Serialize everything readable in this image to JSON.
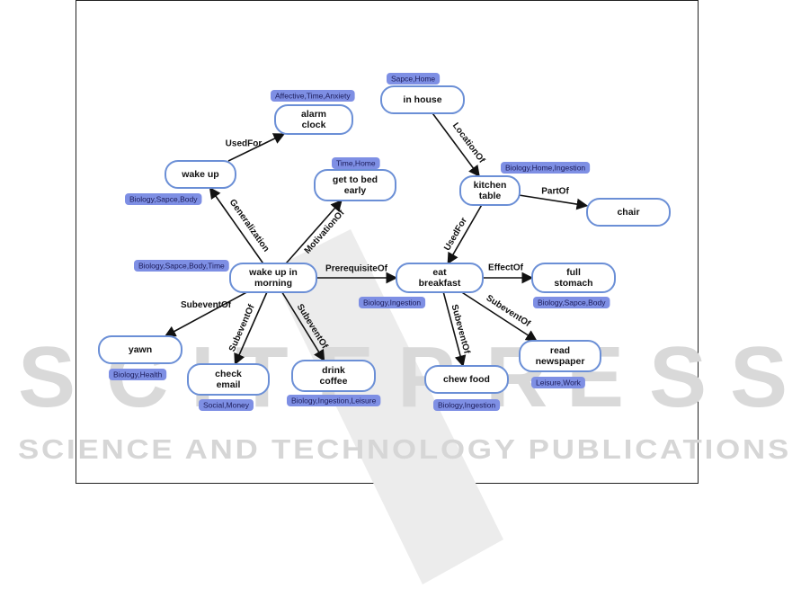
{
  "watermark": {
    "big": [
      "S",
      "C",
      "I",
      "T",
      "E",
      "P",
      "R",
      "E",
      "S",
      "S"
    ],
    "small": "SCIENCE AND TECHNOLOGY PUBLICATIONS"
  },
  "nodes": [
    {
      "id": "alarm",
      "lines": [
        "alarm",
        "clock"
      ]
    },
    {
      "id": "wakeup",
      "lines": [
        "wake up"
      ]
    },
    {
      "id": "bed",
      "lines": [
        "get to bed",
        "early"
      ]
    },
    {
      "id": "house",
      "lines": [
        "in house"
      ]
    },
    {
      "id": "kitchen",
      "lines": [
        "kitchen",
        "table"
      ]
    },
    {
      "id": "chair",
      "lines": [
        "chair"
      ]
    },
    {
      "id": "morning",
      "lines": [
        "wake up in",
        "morning"
      ]
    },
    {
      "id": "breakfast",
      "lines": [
        "eat",
        "breakfast"
      ]
    },
    {
      "id": "stomach",
      "lines": [
        "full",
        "stomach"
      ]
    },
    {
      "id": "yawn",
      "lines": [
        "yawn"
      ]
    },
    {
      "id": "email",
      "lines": [
        "check",
        "email"
      ]
    },
    {
      "id": "coffee",
      "lines": [
        "drink",
        "coffee"
      ]
    },
    {
      "id": "chew",
      "lines": [
        "chew food"
      ]
    },
    {
      "id": "newspaper",
      "lines": [
        "read",
        "newspaper"
      ]
    }
  ],
  "edges": [
    {
      "from": "wakeup",
      "to": "alarm",
      "label": "UsedFor"
    },
    {
      "from": "morning",
      "to": "wakeup",
      "label": "Generalization"
    },
    {
      "from": "morning",
      "to": "bed",
      "label": "MotivationOf"
    },
    {
      "from": "house",
      "to": "kitchen",
      "label": "LocationOf"
    },
    {
      "from": "kitchen",
      "to": "chair",
      "label": "PartOf"
    },
    {
      "from": "kitchen",
      "to": "breakfast",
      "label": "UsedFor"
    },
    {
      "from": "morning",
      "to": "breakfast",
      "label": "PrerequisiteOf"
    },
    {
      "from": "breakfast",
      "to": "stomach",
      "label": "EffectOf"
    },
    {
      "from": "morning",
      "to": "yawn",
      "label": "SubeventOf"
    },
    {
      "from": "morning",
      "to": "email",
      "label": "SubeventOf"
    },
    {
      "from": "morning",
      "to": "coffee",
      "label": "SubeventOf"
    },
    {
      "from": "breakfast",
      "to": "chew",
      "label": "SubeventOf"
    },
    {
      "from": "breakfast",
      "to": "newspaper",
      "label": "SubeventOf"
    }
  ],
  "tags": [
    {
      "id": "tag-alarm",
      "text": "Affective,Time,Anxiety"
    },
    {
      "id": "tag-wakeup",
      "text": "Biology,Sapce,Body"
    },
    {
      "id": "tag-bed",
      "text": "Time,Home"
    },
    {
      "id": "tag-house",
      "text": "Sapce,Home"
    },
    {
      "id": "tag-kitchen",
      "text": "Biology,Home,Ingestion"
    },
    {
      "id": "tag-morning",
      "text": "Biology,Sapce,Body,Time"
    },
    {
      "id": "tag-breakfast",
      "text": "Biology,Ingestion"
    },
    {
      "id": "tag-stomach",
      "text": "Biology,Sapce,Body"
    },
    {
      "id": "tag-yawn",
      "text": "Biology,Health"
    },
    {
      "id": "tag-email",
      "text": "Social,Money"
    },
    {
      "id": "tag-coffee",
      "text": "Biology,Ingestion,Leisure"
    },
    {
      "id": "tag-chew",
      "text": "Biology,Ingestion"
    },
    {
      "id": "tag-newspaper",
      "text": "Leisure,Work"
    }
  ]
}
